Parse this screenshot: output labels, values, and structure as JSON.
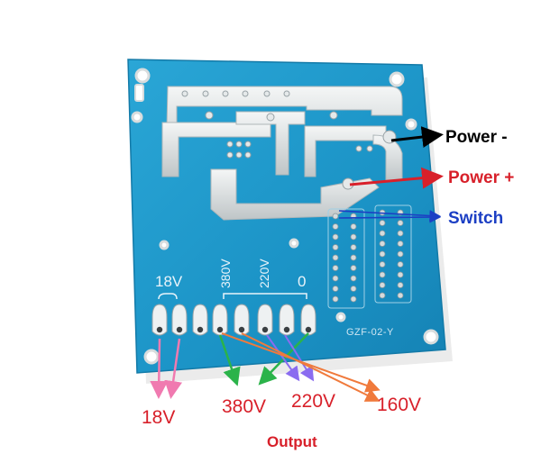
{
  "board": {
    "silkscreen_labels": [
      "18V",
      "380V",
      "220V",
      "0"
    ],
    "board_marking": "GZF-02-Y",
    "colors": {
      "pcb": "#1f97c9",
      "solder": "#d8dcdd",
      "silk": "#e8f3fa"
    }
  },
  "callouts": [
    {
      "text": "Power -",
      "color": "#000000"
    },
    {
      "text": "Power +",
      "color": "#d8202a"
    },
    {
      "text": "Switch",
      "color": "#1c3fc4"
    }
  ],
  "outputs": {
    "labels": [
      "18V",
      "380V",
      "220V",
      "160V"
    ],
    "title": "Output",
    "arrow_colors": {
      "18v": "#f07ab0",
      "380v": "#2bb34a",
      "220v": "#8a6cf0",
      "160v": "#f07a3c"
    }
  }
}
